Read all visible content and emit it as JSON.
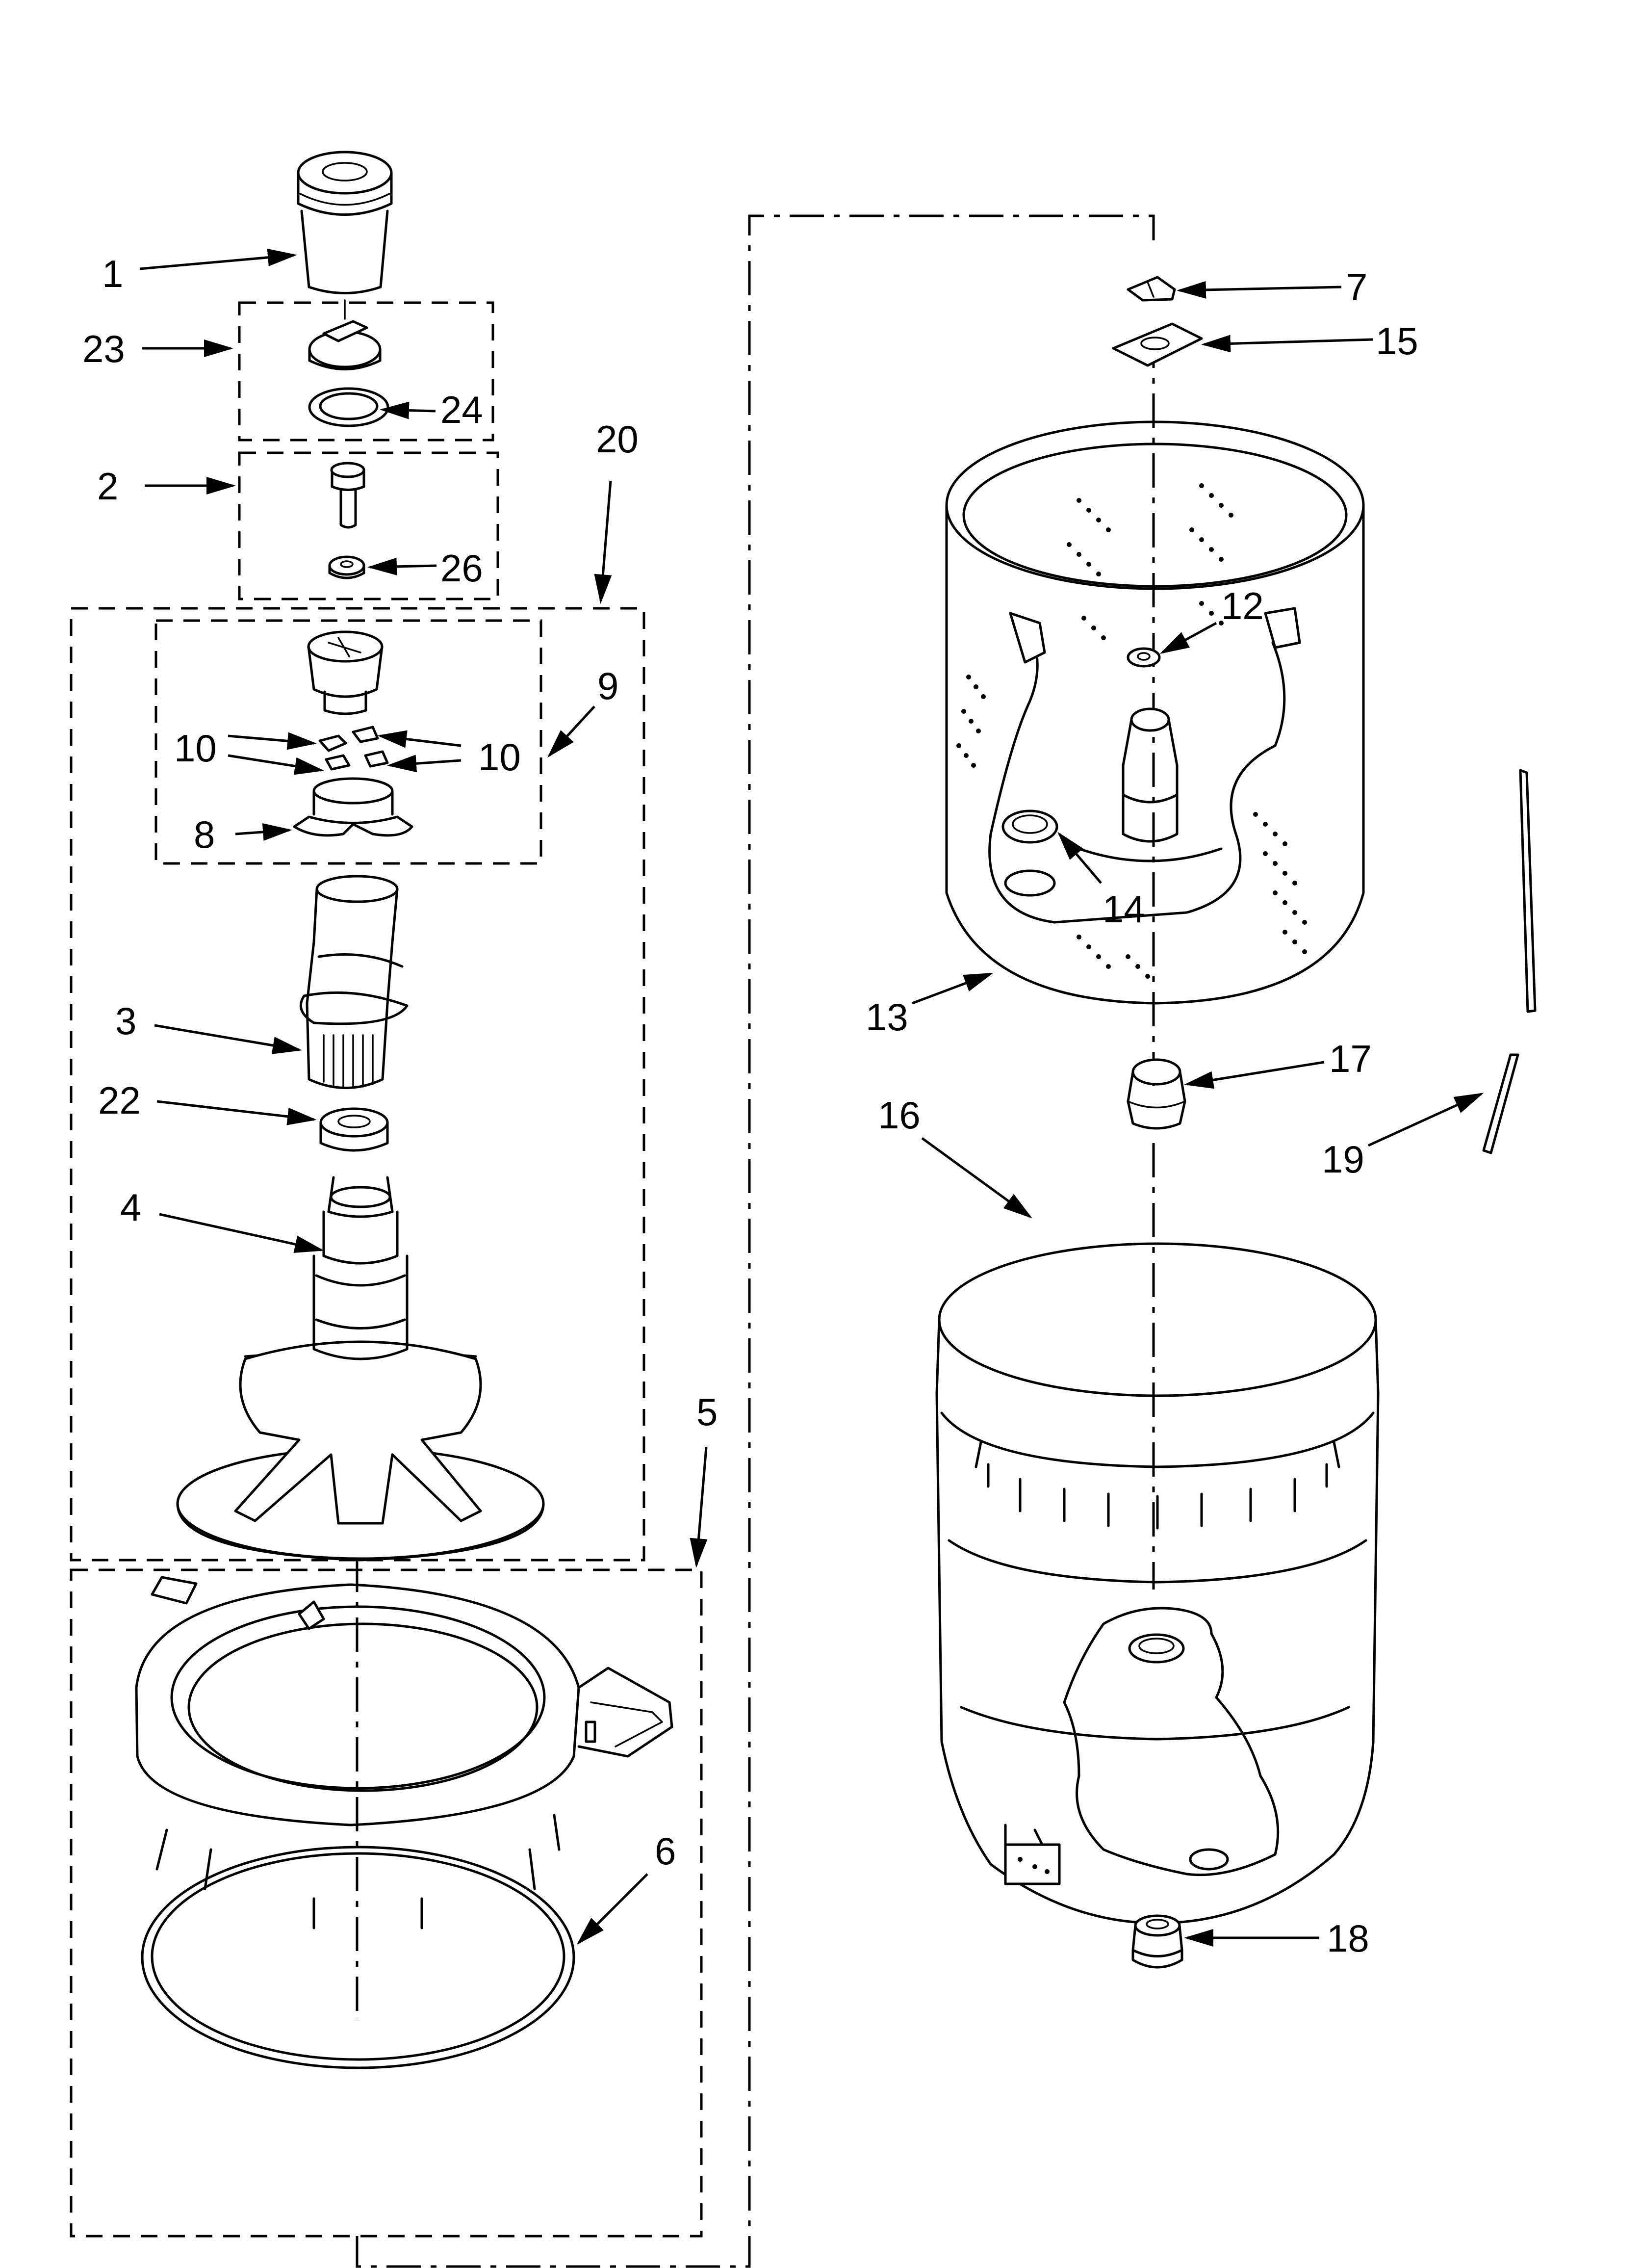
{
  "callouts": [
    {
      "id": "c1",
      "text": "1"
    },
    {
      "id": "c23",
      "text": "23"
    },
    {
      "id": "c24",
      "text": "24"
    },
    {
      "id": "c2",
      "text": "2"
    },
    {
      "id": "c26",
      "text": "26"
    },
    {
      "id": "c20",
      "text": "20"
    },
    {
      "id": "c9",
      "text": "9"
    },
    {
      "id": "c10a",
      "text": "10"
    },
    {
      "id": "c10b",
      "text": "10"
    },
    {
      "id": "c8",
      "text": "8"
    },
    {
      "id": "c3",
      "text": "3"
    },
    {
      "id": "c22",
      "text": "22"
    },
    {
      "id": "c4",
      "text": "4"
    },
    {
      "id": "c5",
      "text": "5"
    },
    {
      "id": "c6",
      "text": "6"
    },
    {
      "id": "c7",
      "text": "7"
    },
    {
      "id": "c15",
      "text": "15"
    },
    {
      "id": "c12",
      "text": "12"
    },
    {
      "id": "c14",
      "text": "14"
    },
    {
      "id": "c13",
      "text": "13"
    },
    {
      "id": "c17",
      "text": "17"
    },
    {
      "id": "c16",
      "text": "16"
    },
    {
      "id": "c19",
      "text": "19"
    },
    {
      "id": "c18",
      "text": "18"
    }
  ],
  "colors": {
    "ink": "#000000",
    "paper": "#ffffff"
  }
}
